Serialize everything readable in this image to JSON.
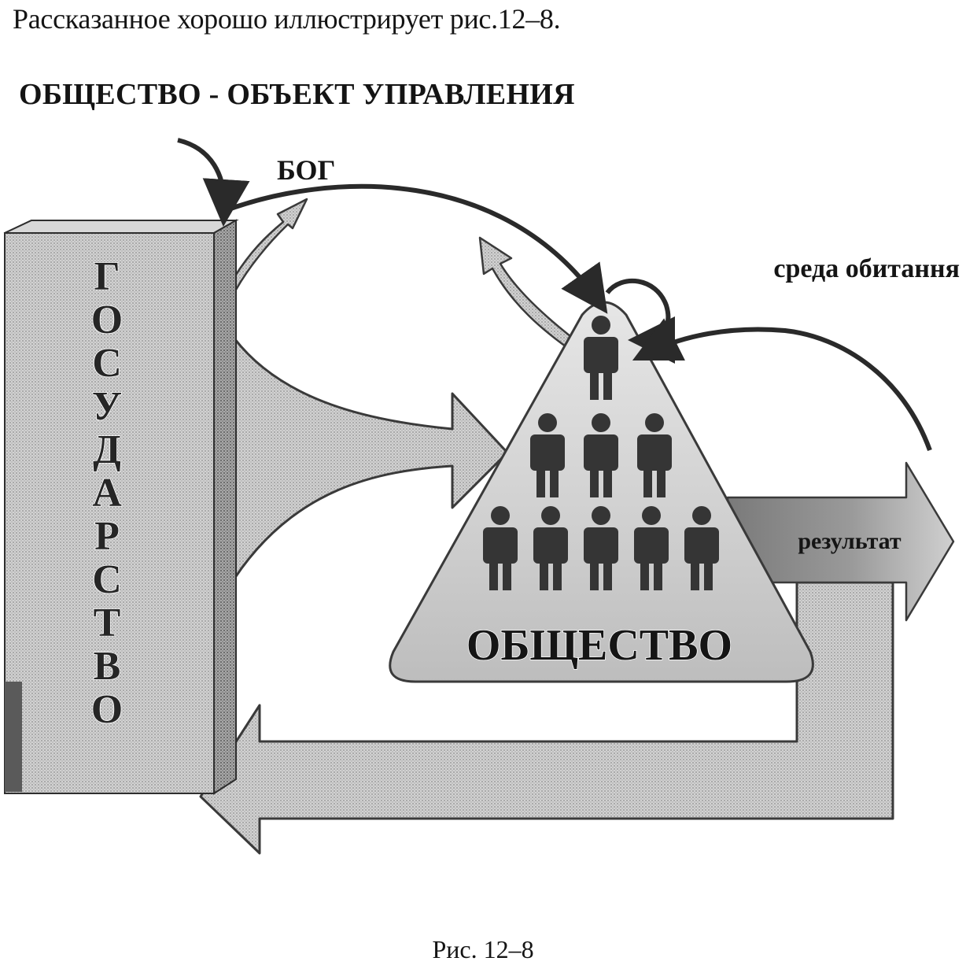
{
  "intro_text": "Рассказанное хорошо иллюстрирует рис.12–8.",
  "diagram": {
    "title": "ОБЩЕСТВО - ОБЪЕКТ УПРАВЛЕНИЯ",
    "state_letters": [
      "Г",
      "О",
      "С",
      "У",
      "Д",
      "А",
      "Р",
      "С",
      "Т",
      "В",
      "О"
    ],
    "god_label": "БОГ",
    "environment_label": "среда обитання",
    "result_label": "результат",
    "society_label": "ОБЩЕСТВО",
    "people_rows": [
      1,
      3,
      5
    ]
  },
  "caption": "Рис. 12–8"
}
